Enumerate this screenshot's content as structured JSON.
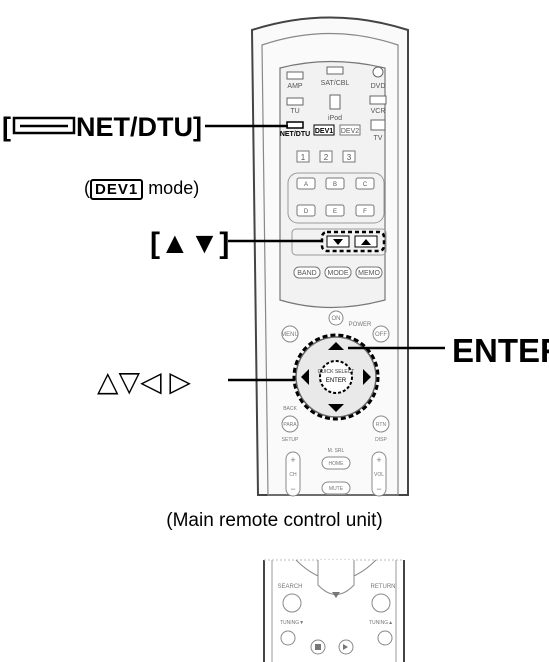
{
  "labels": {
    "net_dtu": "NET/DTU]",
    "net_dtu_open": "[",
    "dev_mode_open": "(",
    "dev_mode_box": "DEV1",
    "dev_mode_rest": " mode)",
    "cursor_updown": "[▲▼]",
    "enter": "ENTER",
    "arrows": "△▽◁ ▷",
    "caption": "(Main remote control unit)"
  },
  "remote": {
    "top_buttons": [
      "AMP",
      "SAT/CBL",
      "DVD",
      "TU",
      "iPod",
      "VCR",
      "NET/DTU",
      "DEV1",
      "DEV2",
      "TV"
    ],
    "number_buttons": [
      "1",
      "2",
      "3"
    ],
    "letter_buttons": [
      "A",
      "B",
      "C",
      "D",
      "E",
      "F"
    ],
    "lower_buttons": [
      "BAND",
      "MODE",
      "MEMO"
    ],
    "power": "ON",
    "power_label": "POWER",
    "off": "OFF",
    "menu": "MENU",
    "quick_select": "QUICK SELECT",
    "enter_small": "ENTER",
    "back": "BACK",
    "para": "PARA",
    "setup": "SETUP",
    "rtn": "RTN",
    "disp": "DISP",
    "ch": "CH",
    "home": "HOME",
    "m_srl": "M. SRL",
    "mute": "MUTE",
    "vol": "VOL",
    "search": "SEARCH",
    "return": "RETURN",
    "tuning_down": "TUNING▼",
    "tuning_up": "TUNING▲"
  }
}
